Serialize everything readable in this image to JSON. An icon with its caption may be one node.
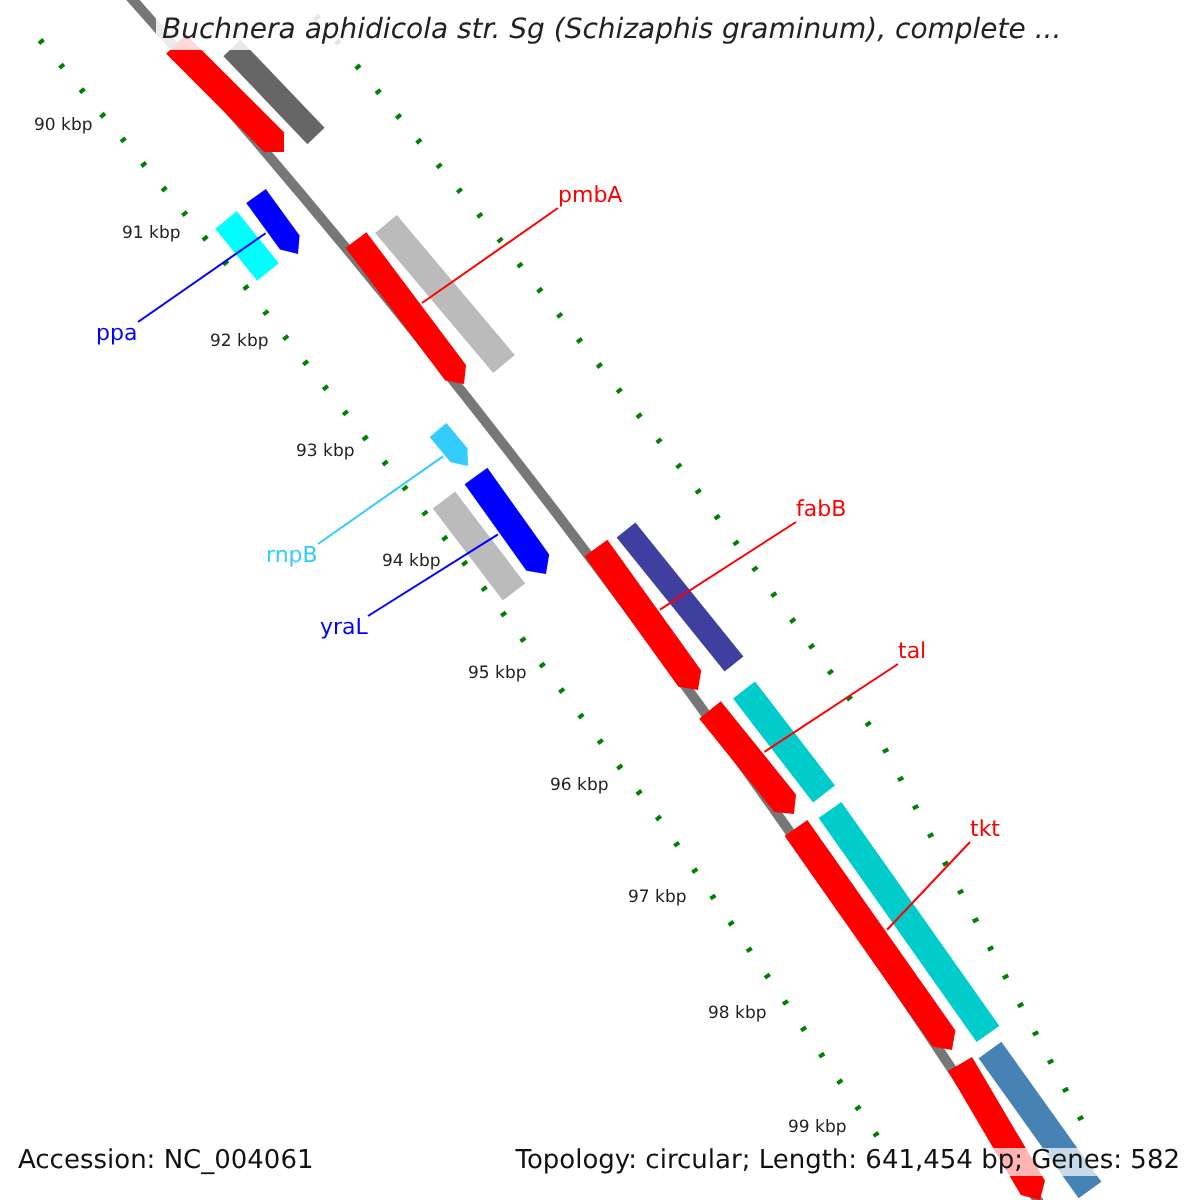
{
  "diagram": {
    "title": "Buchnera aphidicola str. Sg (Schizaphis graminum), complete ...",
    "nodes": [
      {
        "text": [
          "pmbA"
        ]
      },
      {
        "text": [
          "ppa"
        ]
      },
      {
        "text": [
          "rnpB"
        ]
      },
      {
        "text": [
          "yraL"
        ]
      },
      {
        "text": [
          "fabB"
        ]
      },
      {
        "text": [
          "tal"
        ]
      },
      {
        "text": [
          "tkt"
        ]
      },
      {
        "text": [],
        "shape": "bar"
      },
      {
        "text": [],
        "shape": "bar"
      },
      {
        "text": [],
        "shape": "bar"
      },
      {
        "text": [],
        "shape": "bar"
      },
      {
        "text": [],
        "shape": "bar"
      },
      {
        "text": [],
        "shape": "bar"
      },
      {
        "text": [],
        "shape": "bar"
      },
      {
        "text": [],
        "shape": "bar"
      },
      {
        "text": [],
        "shape": "bar"
      },
      {
        "text": [],
        "shape": "bar"
      },
      {
        "text": [],
        "shape": "bar"
      },
      {
        "text": [],
        "shape": "bar"
      },
      {
        "text": [],
        "shape": "bar"
      },
      {
        "text": [],
        "shape": "bar"
      },
      {
        "text": [],
        "shape": "bar"
      },
      {
        "text": [],
        "shape": "bar"
      },
      {
        "text": [],
        "shape": "bar"
      }
    ],
    "edges": [
      {
        "from": 0,
        "to": 7,
        "arrow": "none"
      },
      {
        "from": 1,
        "to": 8,
        "arrow": "none",
        "color": "#0000ff"
      },
      {
        "from": 2,
        "to": 9,
        "arrow": "none",
        "color": "#33ccff"
      },
      {
        "from": 3,
        "to": 10,
        "arrow": "none",
        "color": "#0000ff"
      },
      {
        "from": 4,
        "to": 11,
        "arrow": "none"
      },
      {
        "from": 5,
        "to": 12,
        "arrow": "none"
      },
      {
        "from": 6,
        "to": 13,
        "arrow": "none"
      }
    ],
    "labels": [
      "90 kbp",
      "91 kbp",
      "92 kbp",
      "93 kbp",
      "94 kbp",
      "95 kbp",
      "96 kbp",
      "97 kbp",
      "98 kbp",
      "99 kbp",
      "Accession: NC_004061",
      "Topology: circular; Length: 641,454 bp; Genes: 582"
    ]
  }
}
